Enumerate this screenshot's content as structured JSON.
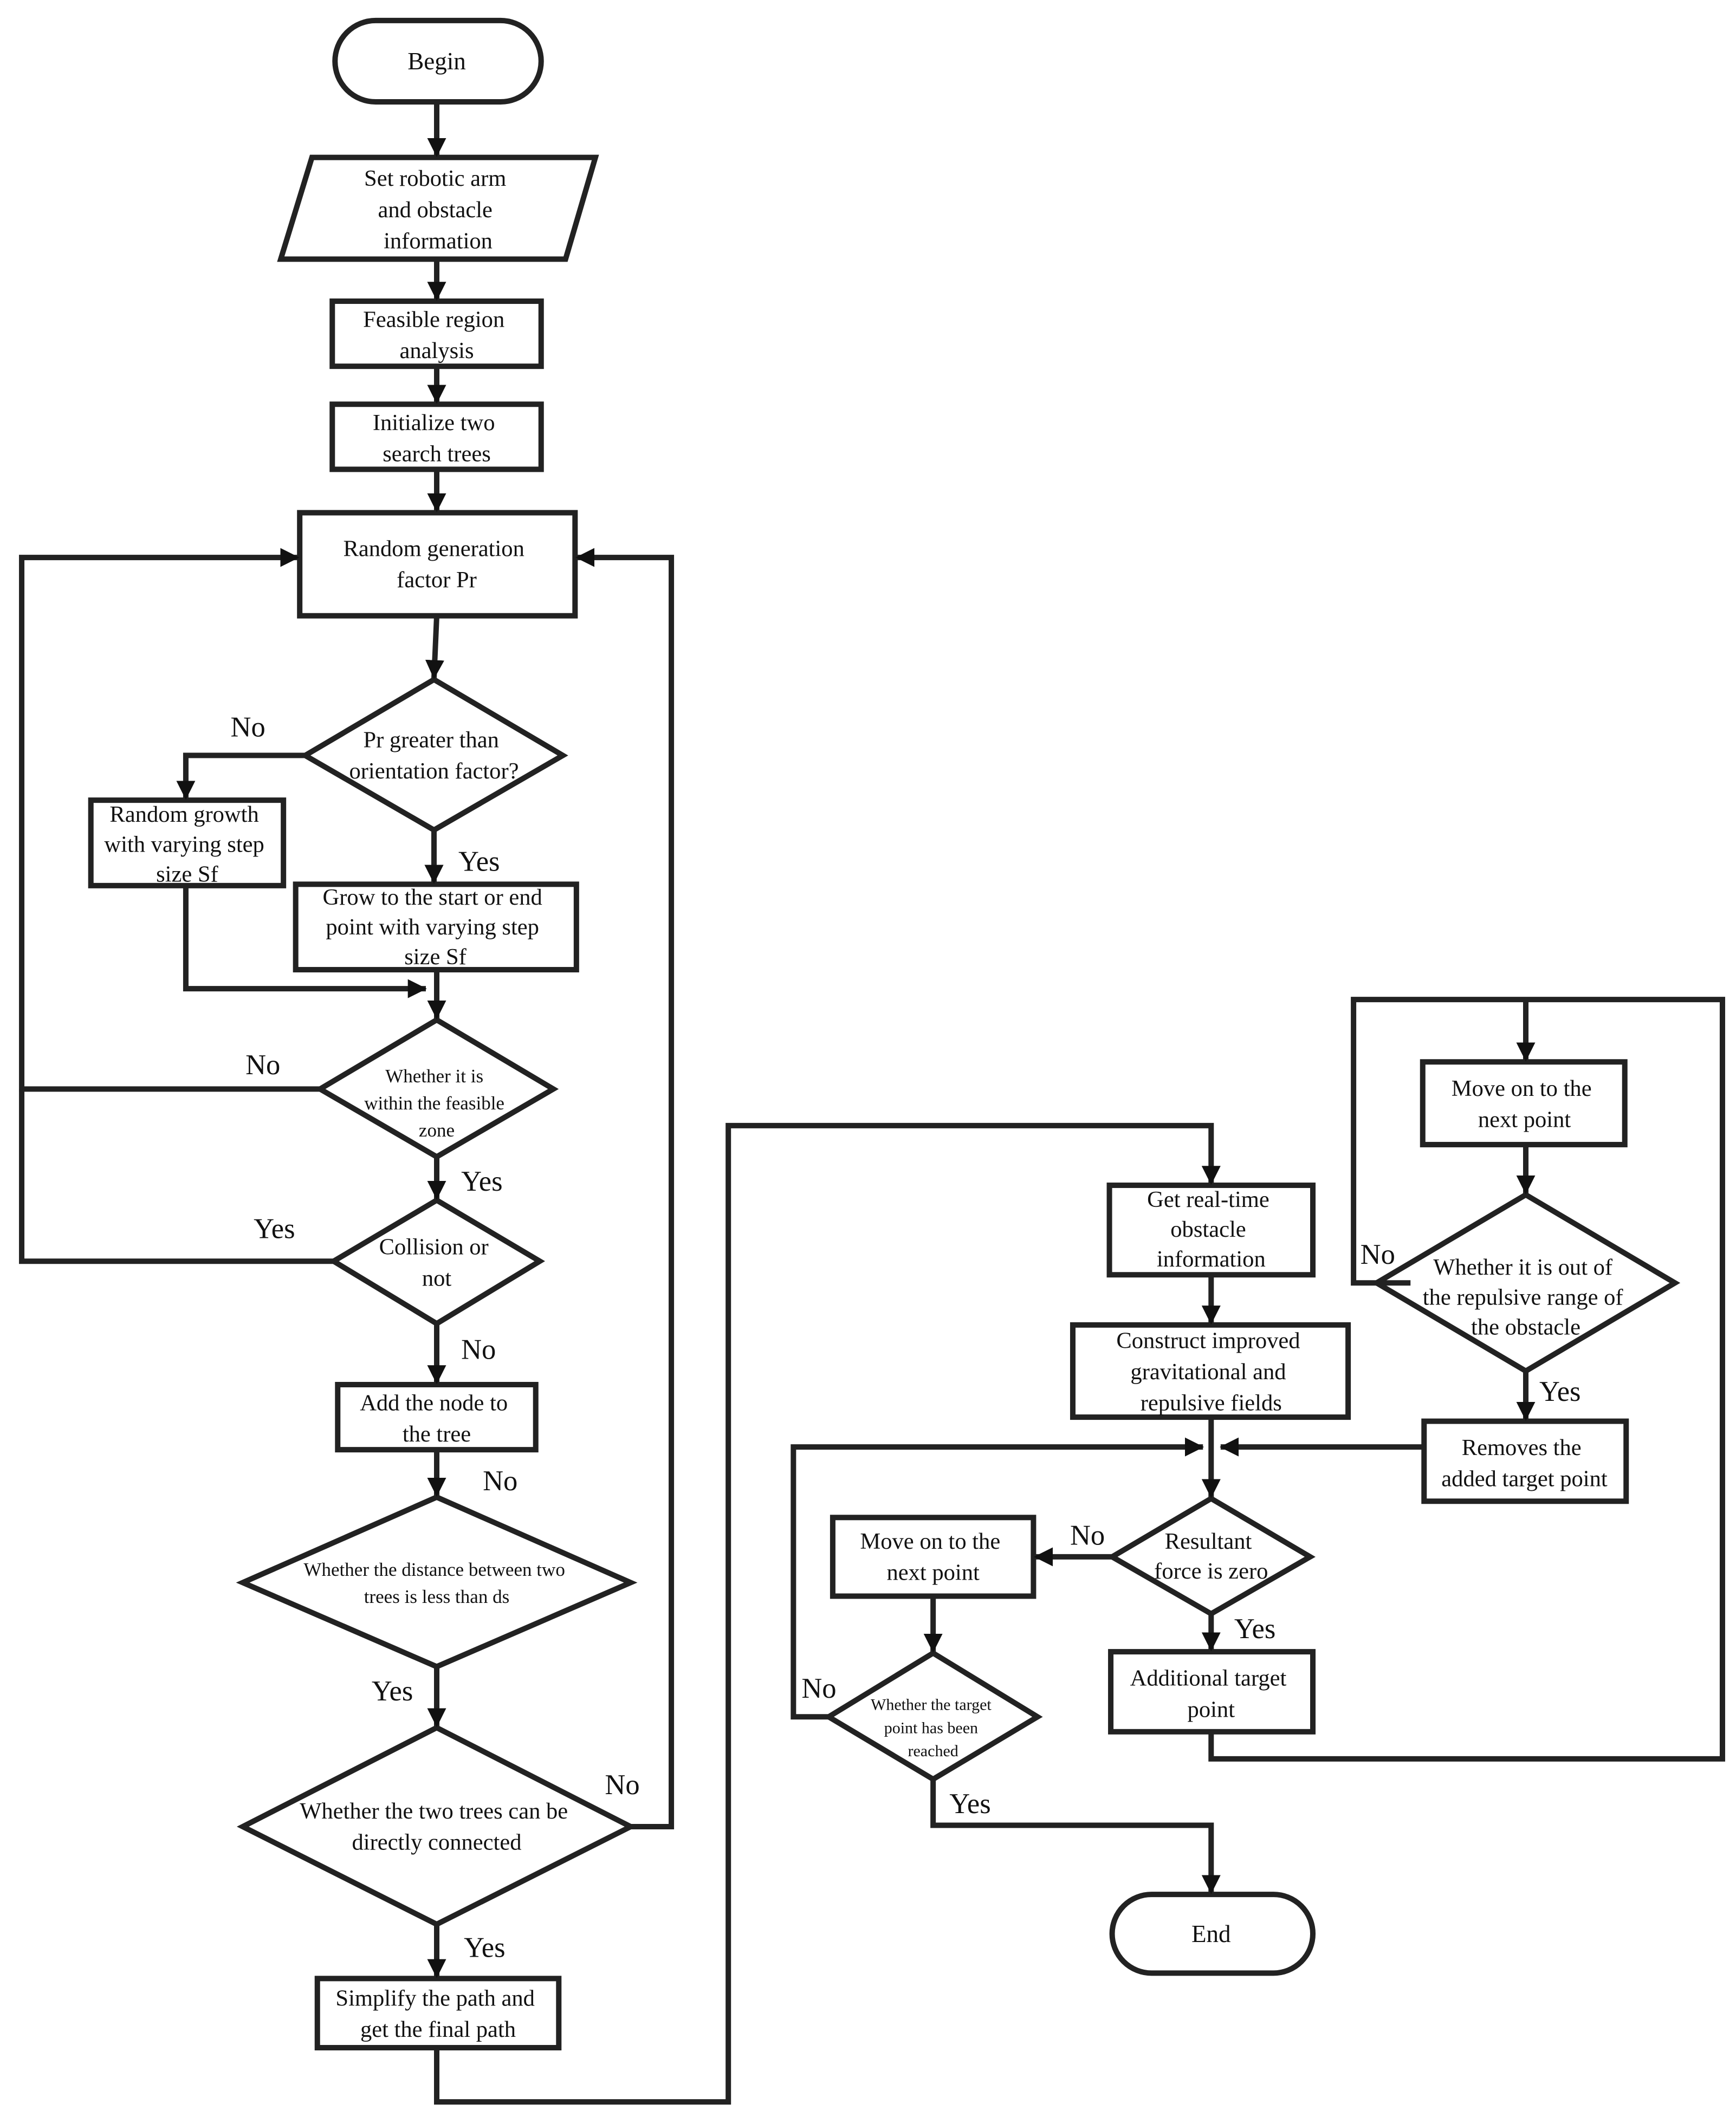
{
  "nodes": {
    "begin": "Begin",
    "set_info": [
      "Set robotic arm",
      "and obstacle",
      "information"
    ],
    "feasible": [
      "Feasible region",
      "analysis"
    ],
    "init_trees": [
      "Initialize two",
      "search trees"
    ],
    "random_gen": [
      "Random generation",
      "factor Pr"
    ],
    "pr_greater": [
      "Pr greater than",
      "orientation factor?"
    ],
    "random_growth": [
      "Random growth",
      "with varying step",
      "size Sf"
    ],
    "grow_start_end": [
      "Grow to the start or end",
      "point with varying step",
      "size Sf"
    ],
    "within_zone": [
      "Whether it is",
      "within the feasible",
      "zone"
    ],
    "collision": [
      "Collision or",
      "not"
    ],
    "add_node": [
      "Add the node to",
      "the tree"
    ],
    "distance": [
      "Whether the distance between two",
      "trees is less than ds"
    ],
    "connected": [
      "Whether the two trees can be",
      "directly connected"
    ],
    "simplify": [
      "Simplify the path and",
      "get the final path"
    ],
    "realtime": [
      "Get real-time",
      "obstacle",
      "information"
    ],
    "construct": [
      "Construct improved",
      "gravitational and",
      "repulsive fields"
    ],
    "resultant": [
      "Resultant",
      "force is zero"
    ],
    "additional": [
      "Additional target",
      "point"
    ],
    "move_left": [
      "Move on to the",
      "next point"
    ],
    "target_reached": [
      "Whether the target",
      "point has been",
      "reached"
    ],
    "end": "End",
    "move_right": [
      "Move on to the",
      "next point"
    ],
    "out_of_range": [
      "Whether it is out of",
      "the repulsive range of",
      "the obstacle"
    ],
    "removes": [
      "Removes the",
      "added target point"
    ]
  },
  "labels": {
    "pr_no": "No",
    "pr_yes": "Yes",
    "zone_no": "No",
    "zone_yes": "Yes",
    "collision_yes": "Yes",
    "collision_no": "No",
    "add_no": "No",
    "distance_yes": "Yes",
    "connected_no": "No",
    "connected_yes": "Yes",
    "resultant_no": "No",
    "resultant_yes": "Yes",
    "target_no": "No",
    "target_yes": "Yes",
    "range_no": "No",
    "range_yes": "Yes"
  }
}
